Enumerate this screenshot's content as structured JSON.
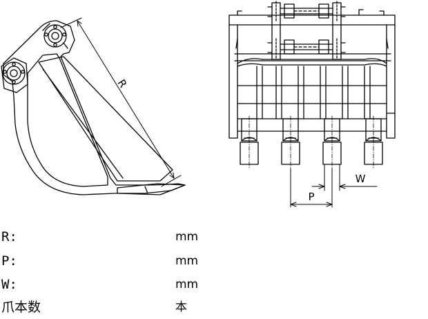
{
  "diagram": {
    "dimensions": {
      "radius": "R",
      "pitch": "P",
      "width": "W"
    }
  },
  "specs": [
    {
      "label": "R:",
      "unit": "mm"
    },
    {
      "label": "P:",
      "unit": "mm"
    },
    {
      "label": "W:",
      "unit": "mm"
    },
    {
      "label": "爪本数",
      "unit": "本"
    }
  ]
}
